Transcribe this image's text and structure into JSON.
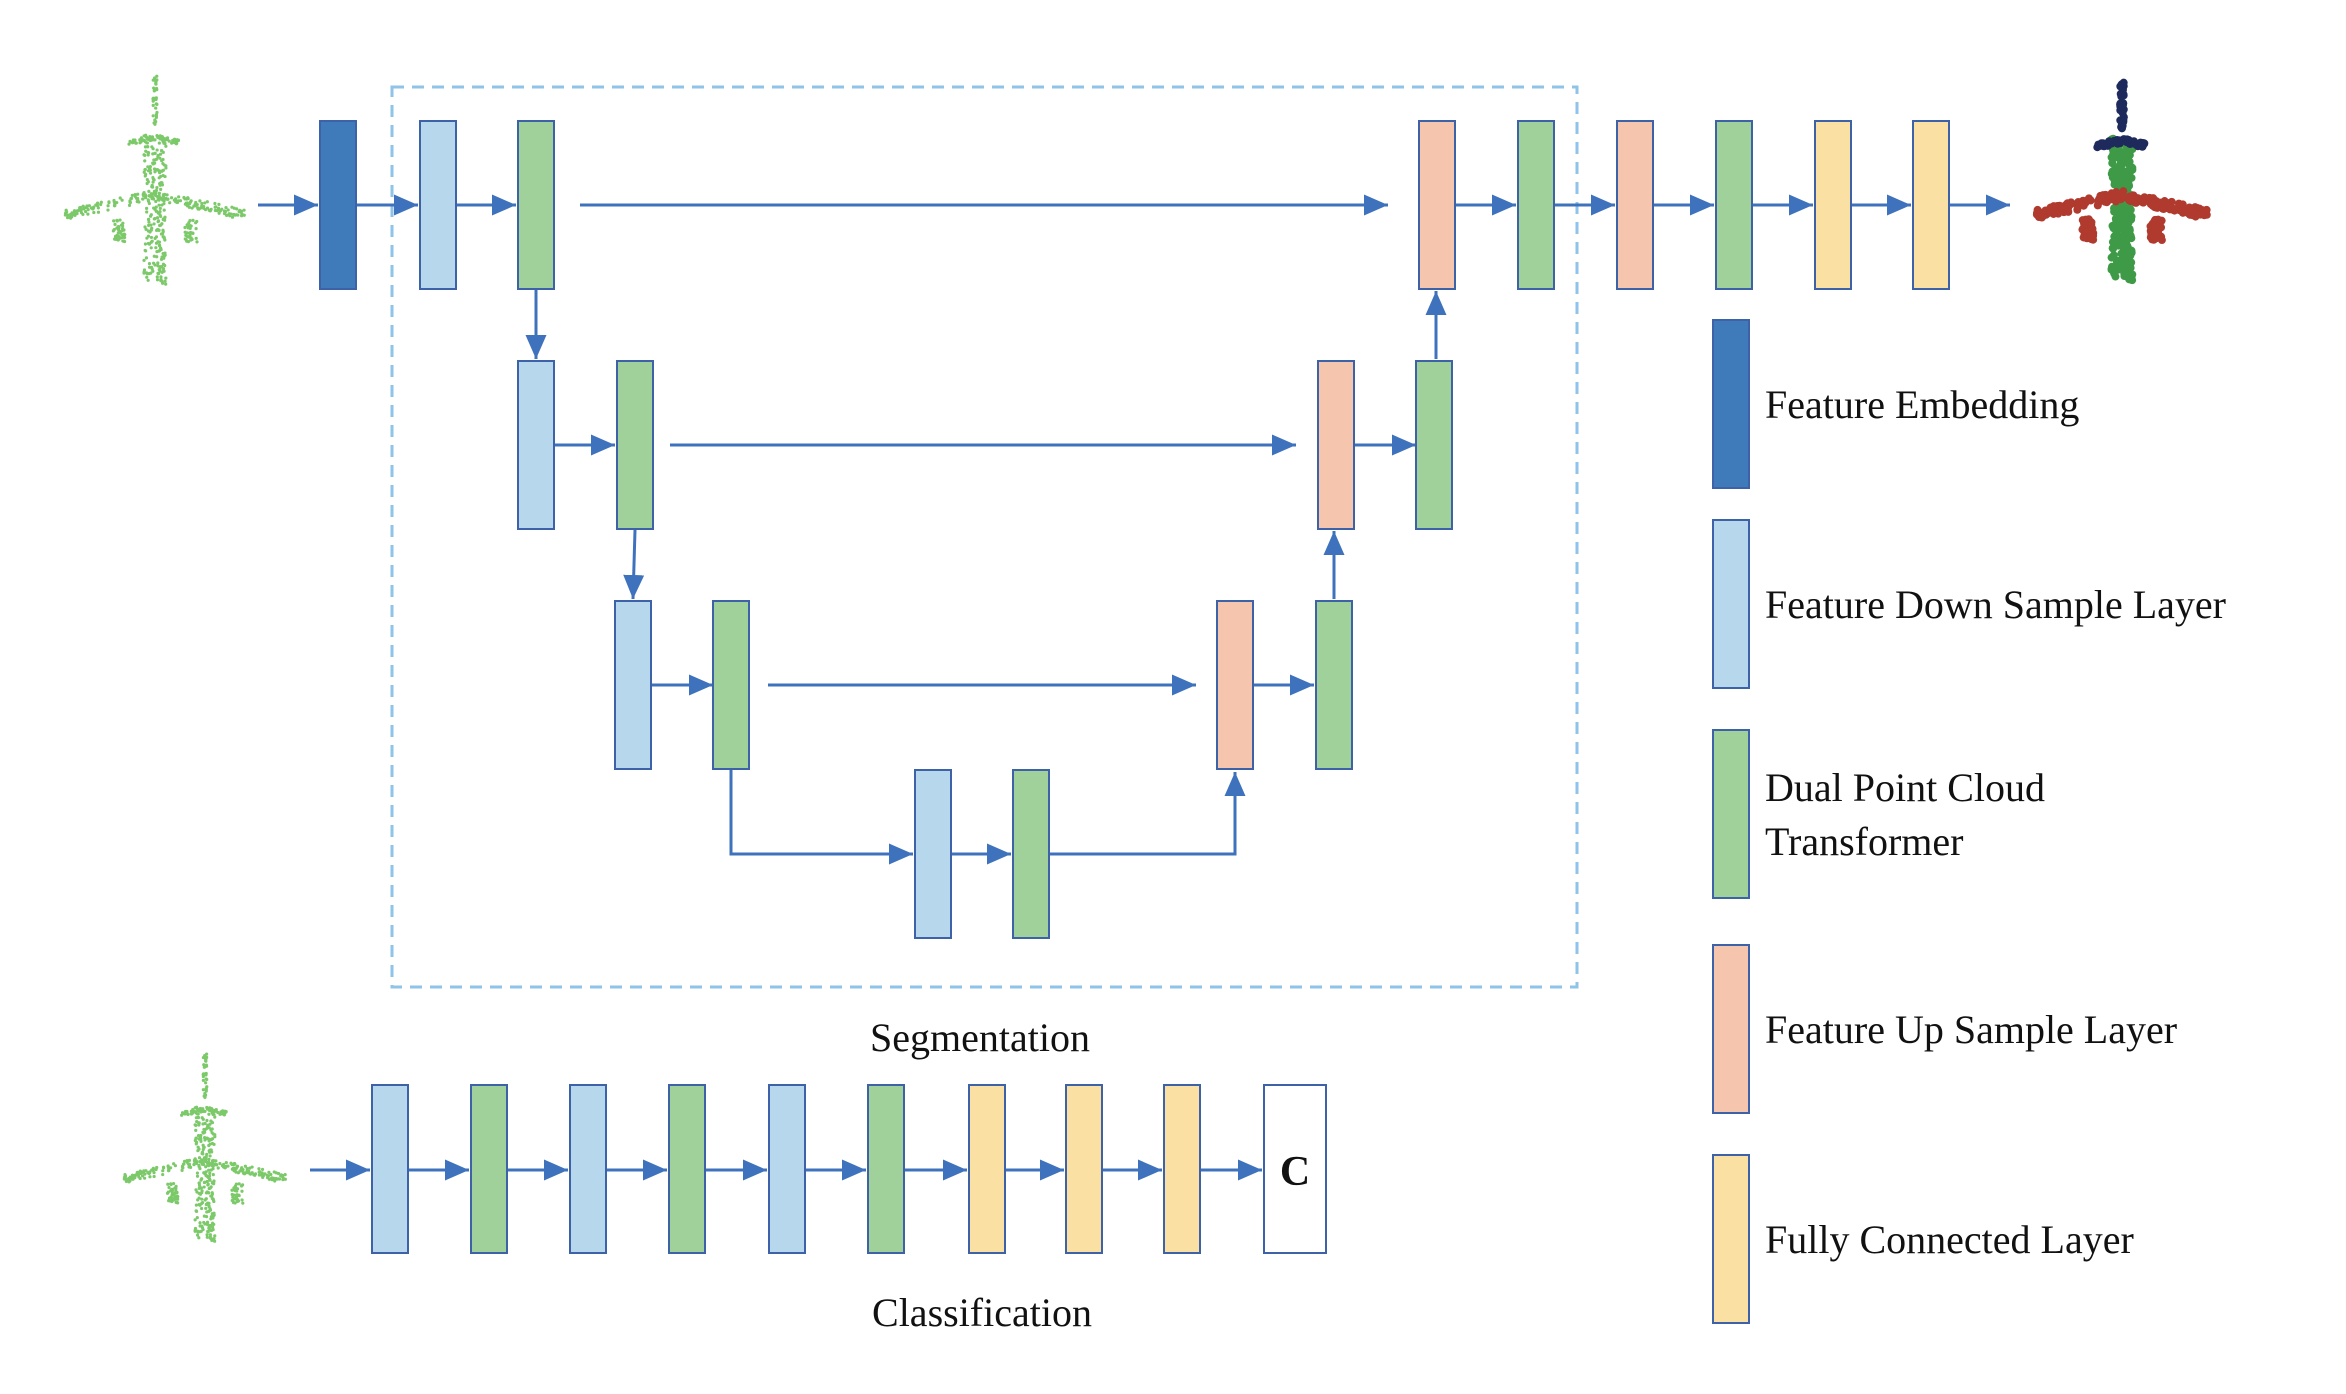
{
  "colors": {
    "feature_embedding": "#3f7abb",
    "down_sample": "#b7d8ec",
    "transformer": "#a1d19a",
    "up_sample": "#f5c6ad",
    "fully_connected": "#fae0a2",
    "output": "#ffffff",
    "block_border": "#3d62a8",
    "arrow": "#3f72bd",
    "dashed_box": "#8fc3e8"
  },
  "labels": {
    "segmentation": "Segmentation",
    "classification": "Classification",
    "output_class": "C"
  },
  "legend": [
    {
      "key": "feature_embedding",
      "lines": [
        "Feature Embedding"
      ]
    },
    {
      "key": "down_sample",
      "lines": [
        "Feature Down Sample Layer"
      ]
    },
    {
      "key": "transformer",
      "lines": [
        "Dual Point Cloud",
        "Transformer"
      ]
    },
    {
      "key": "up_sample",
      "lines": [
        "Feature Up Sample Layer"
      ]
    },
    {
      "key": "fully_connected",
      "lines": [
        "Fully Connected Layer"
      ]
    }
  ],
  "segmentation_pipeline": {
    "input_icon": "airplane-point-cloud-icon",
    "output_icon": "segmented-airplane-point-cloud-icon",
    "encoder": [
      [
        "feature_embedding",
        "down_sample",
        "transformer"
      ],
      [
        "down_sample",
        "transformer"
      ],
      [
        "down_sample",
        "transformer"
      ],
      [
        "down_sample",
        "transformer"
      ]
    ],
    "decoder": [
      [
        "up_sample",
        "transformer"
      ],
      [
        "up_sample",
        "transformer"
      ],
      [
        "up_sample",
        "transformer"
      ]
    ],
    "head": [
      "up_sample",
      "transformer",
      "fully_connected",
      "fully_connected"
    ]
  },
  "classification_pipeline": {
    "input_icon": "airplane-point-cloud-icon",
    "blocks": [
      "down_sample",
      "transformer",
      "down_sample",
      "transformer",
      "down_sample",
      "transformer",
      "fully_connected",
      "fully_connected",
      "fully_connected",
      "output"
    ]
  }
}
